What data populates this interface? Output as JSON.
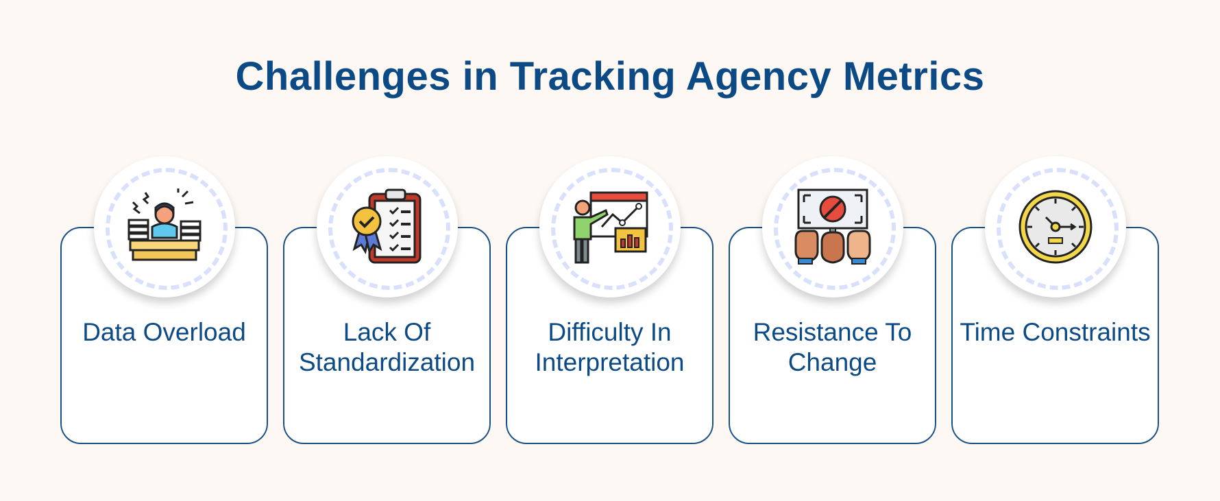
{
  "title": "Challenges in Tracking Agency Metrics",
  "challenges": [
    {
      "label": "Data Overload",
      "icon": "overwhelmed-worker-icon"
    },
    {
      "label": "Lack Of Standardization",
      "icon": "clipboard-checklist-icon"
    },
    {
      "label": "Difficulty In Interpretation",
      "icon": "presenter-chart-icon"
    },
    {
      "label": "Resistance To Change",
      "icon": "protest-sign-icon"
    },
    {
      "label": "Time Constraints",
      "icon": "stopwatch-gauge-icon"
    }
  ],
  "colors": {
    "title": "#0c4a86",
    "card_border": "#1a4f86",
    "background": "#fdf8f4",
    "dash_ring": "#d9e0fb"
  }
}
